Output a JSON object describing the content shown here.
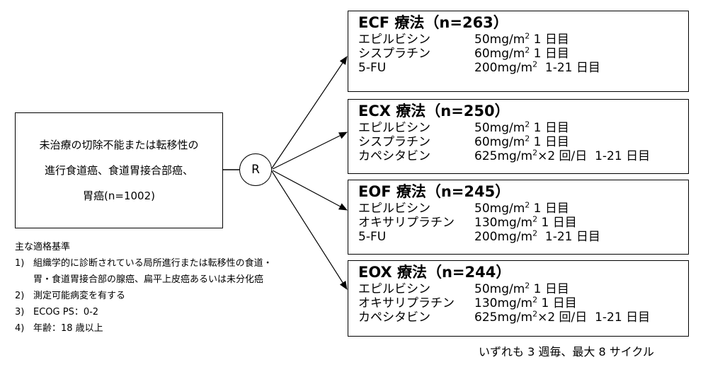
{
  "population": {
    "lines": [
      "未治療の切除不能または転移性の",
      "進行食道癌、食道胃接合部癌、",
      "胃癌(n=1002)"
    ]
  },
  "randomization": {
    "label": "R"
  },
  "arms": [
    {
      "title": "ECF 療法（n=263）",
      "drugs": [
        {
          "name": "エピルビシン",
          "dose": "50mg/m",
          "sup": "2",
          "schedule": " 1 日目"
        },
        {
          "name": "シスプラチン",
          "dose": "60mg/m",
          "sup": "2",
          "schedule": " 1 日目"
        },
        {
          "name": "5-FU",
          "dose": "200mg/m",
          "sup": "2",
          "schedule": "  1-21 日目"
        }
      ]
    },
    {
      "title": "ECX 療法（n=250）",
      "drugs": [
        {
          "name": "エピルビシン",
          "dose": "50mg/m",
          "sup": "2",
          "schedule": " 1 日目"
        },
        {
          "name": "シスプラチン",
          "dose": "60mg/m",
          "sup": "2",
          "schedule": " 1 日目"
        },
        {
          "name": "カペシタビン",
          "dose": "625mg/m",
          "sup": "2",
          "schedule": "×2 回/日  1-21 日目"
        }
      ]
    },
    {
      "title": "EOF  療法（n=245）",
      "drugs": [
        {
          "name": "エピルビシン",
          "dose": "50mg/m",
          "sup": "2",
          "schedule": " 1 日目"
        },
        {
          "name": "オキサリプラチン",
          "dose": "130mg/m",
          "sup": "2",
          "schedule": " 1 日目"
        },
        {
          "name": "5-FU",
          "dose": "200mg/m",
          "sup": "2",
          "schedule": "  1-21 日目"
        }
      ]
    },
    {
      "title": "EOX 療法（n=244）",
      "drugs": [
        {
          "name": "エピルビシン",
          "dose": "50mg/m",
          "sup": "2",
          "schedule": " 1 日目"
        },
        {
          "name": "オキサリプラチン",
          "dose": "130mg/m",
          "sup": "2",
          "schedule": " 1 日目"
        },
        {
          "name": "カペシタビン",
          "dose": "625mg/m",
          "sup": "2",
          "schedule": "×2 回/日  1-21 日目"
        }
      ]
    }
  ],
  "criteria": {
    "title": "主な適格基準",
    "items": [
      {
        "num": "1)",
        "lines": [
          "組織学的に診断されている局所進行または転移性の食道・",
          "胃・食道胃接合部の腺癌、扁平上皮癌あるいは未分化癌"
        ]
      },
      {
        "num": "2)",
        "lines": [
          "測定可能病変を有する"
        ]
      },
      {
        "num": "3)",
        "lines": [
          "ECOG PS：0-2"
        ]
      },
      {
        "num": "4)",
        "lines": [
          "年齢：18 歳以上"
        ]
      }
    ]
  },
  "footnote": "いずれも 3 週毎、最大 8 サイクル"
}
